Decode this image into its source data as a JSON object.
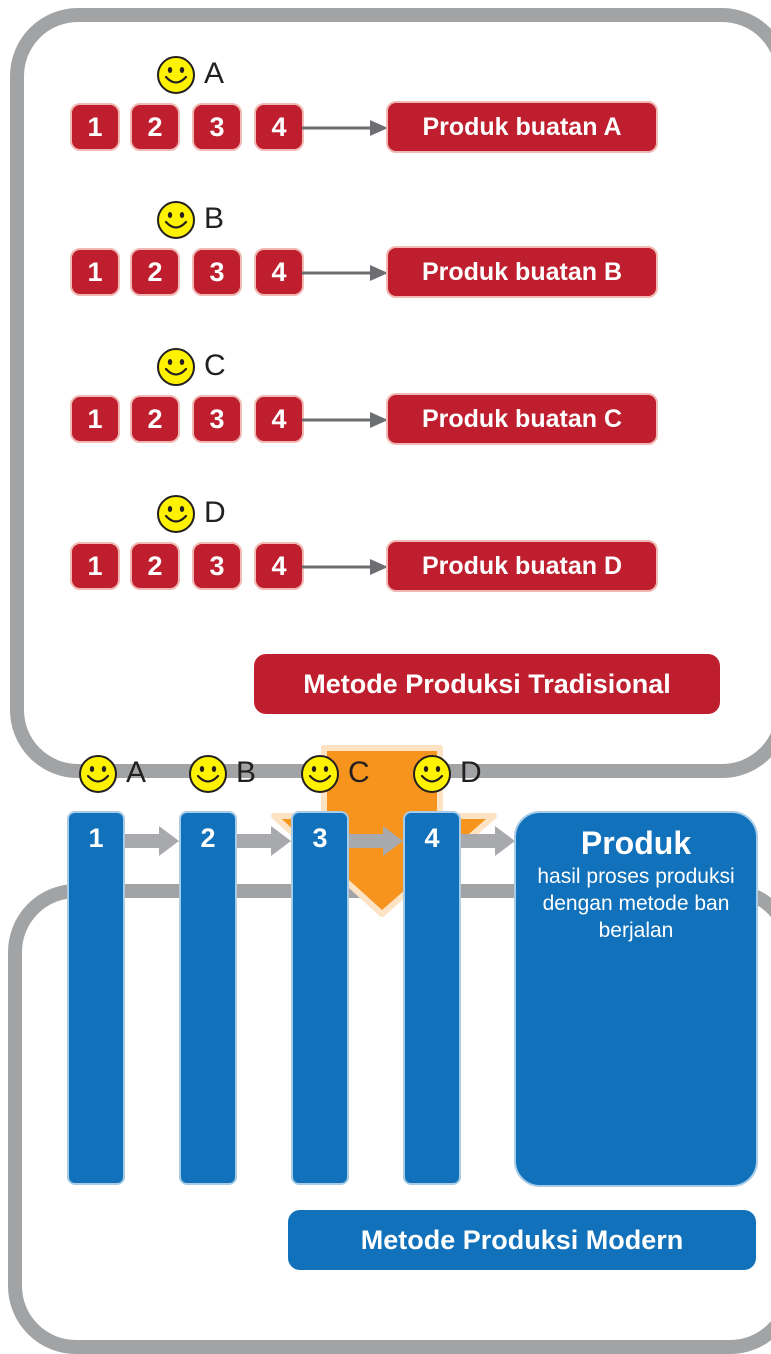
{
  "colors": {
    "traditional": "#be1e2d",
    "modern": "#1171ba",
    "panel_border": "#a1a3a5",
    "transition_arrow": "#f7941d",
    "smiley": "#fff200",
    "connector": "#6d6e71"
  },
  "traditional": {
    "title": "Metode Produksi Tradisional",
    "rows": [
      {
        "worker": "A",
        "steps": [
          "1",
          "2",
          "3",
          "4"
        ],
        "product": "Produk buatan A"
      },
      {
        "worker": "B",
        "steps": [
          "1",
          "2",
          "3",
          "4"
        ],
        "product": "Produk buatan B"
      },
      {
        "worker": "C",
        "steps": [
          "1",
          "2",
          "3",
          "4"
        ],
        "product": "Produk buatan C"
      },
      {
        "worker": "D",
        "steps": [
          "1",
          "2",
          "3",
          "4"
        ],
        "product": "Produk buatan D"
      }
    ]
  },
  "modern": {
    "title": "Metode Produksi Modern",
    "stations": [
      {
        "worker": "A",
        "step": "1"
      },
      {
        "worker": "B",
        "step": "2"
      },
      {
        "worker": "C",
        "step": "3"
      },
      {
        "worker": "D",
        "step": "4"
      }
    ],
    "product": {
      "title": "Produk",
      "description": "hasil proses produksi dengan  metode ban berjalan"
    }
  }
}
